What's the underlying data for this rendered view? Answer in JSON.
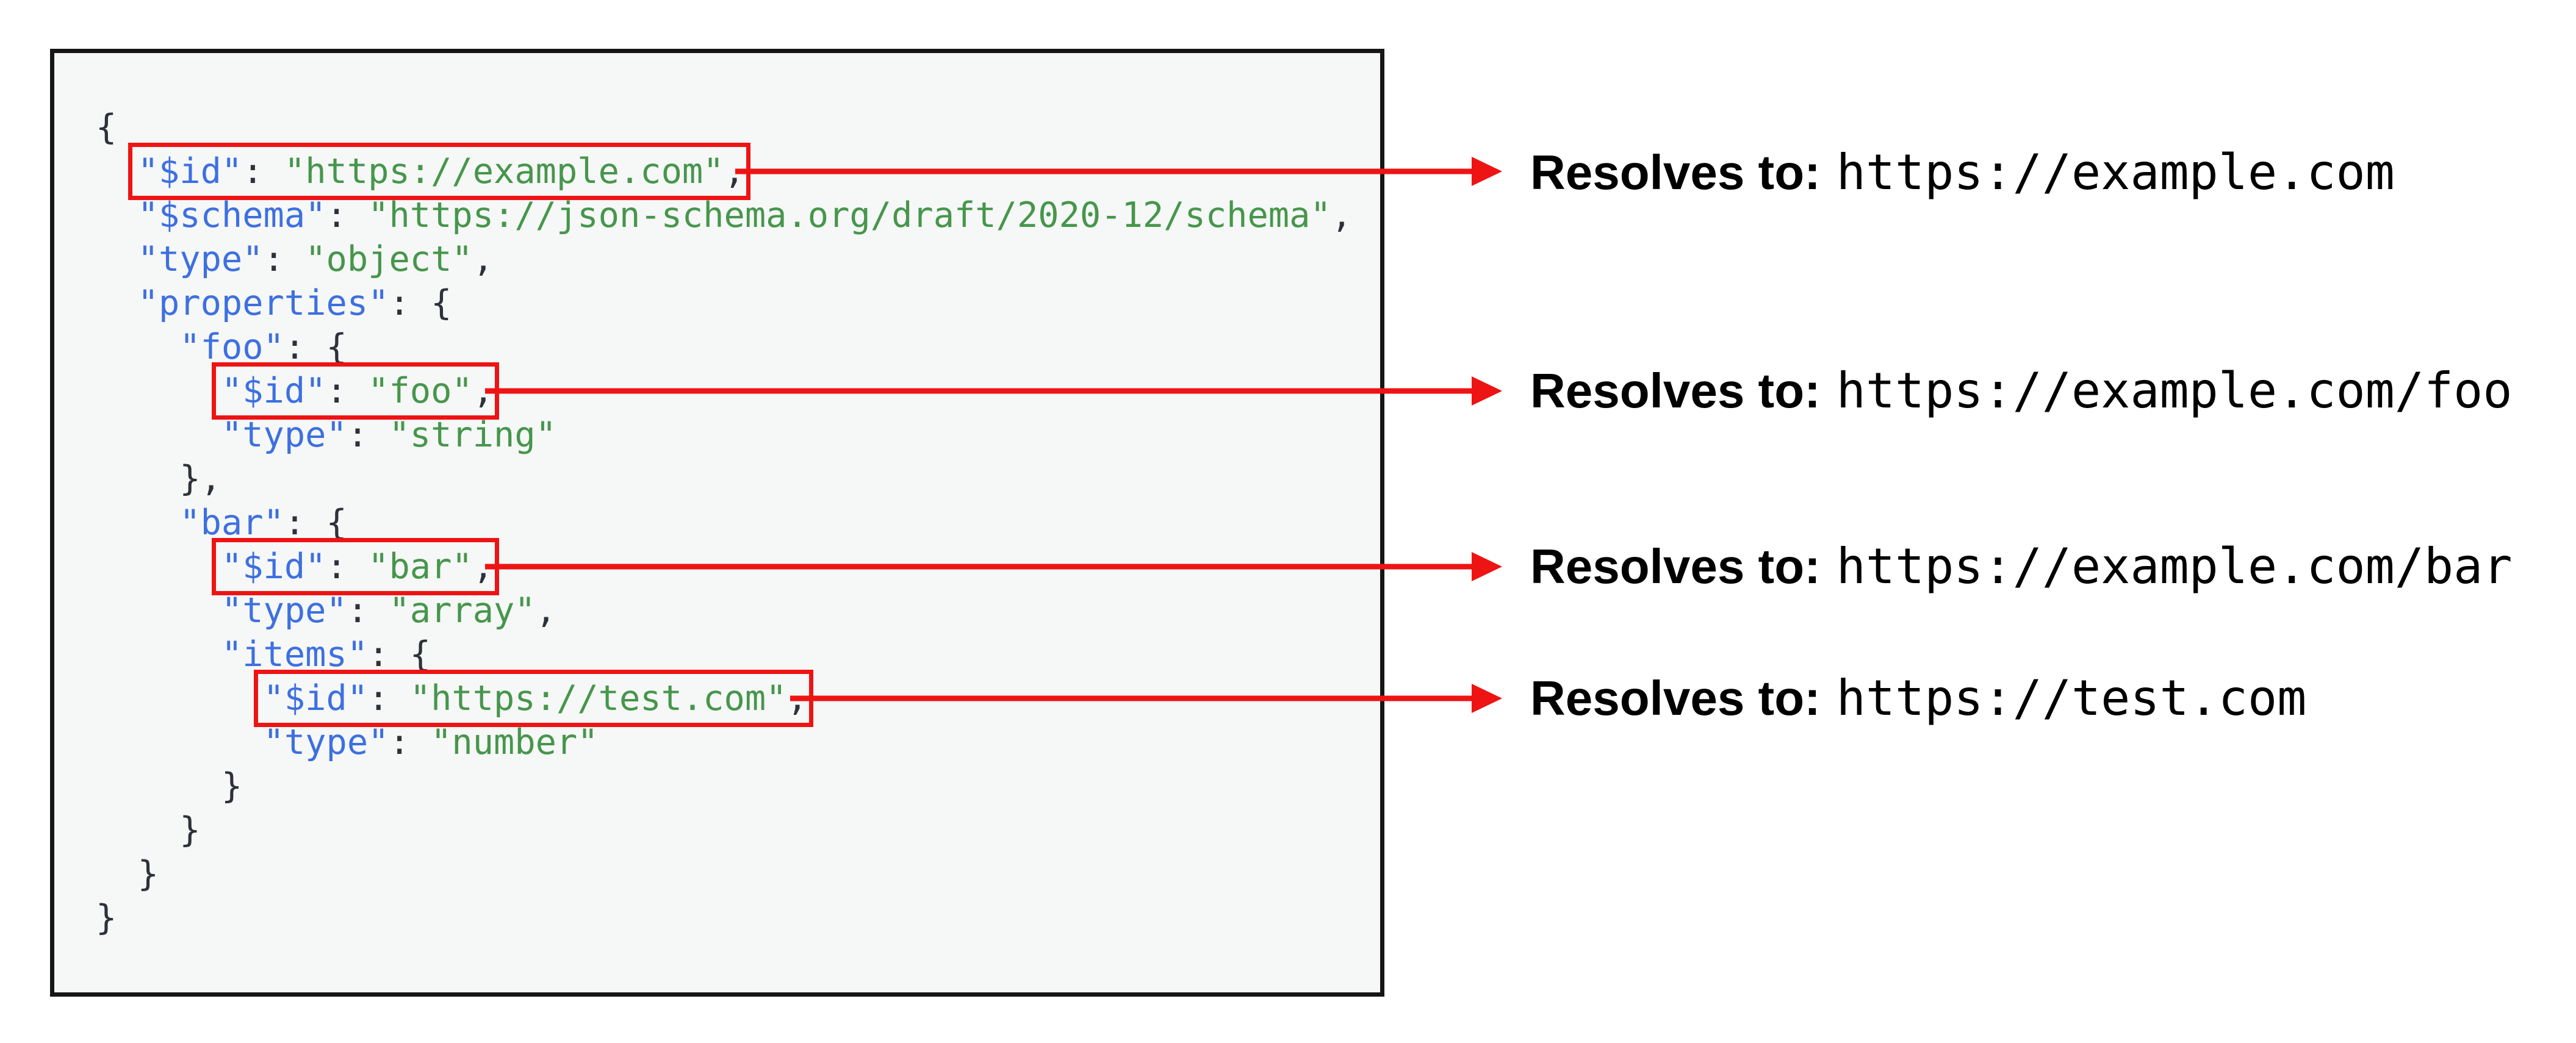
{
  "colors": {
    "key_blue": "#3d70e0",
    "string_green": "#46964b",
    "punctuation": "#2d3238",
    "highlight_red": "#ee1414",
    "panel_background": "#f6f7f7",
    "panel_border": "#161616"
  },
  "code": {
    "l1": {
      "a": "{"
    },
    "l2": {
      "a": "  ",
      "k": "\"$id\"",
      "c": ": ",
      "v": "\"https://example.com\"",
      "e": ","
    },
    "l3": {
      "a": "  ",
      "k": "\"$schema\"",
      "c": ": ",
      "v": "\"https://json-schema.org/draft/2020-12/schema\"",
      "e": ","
    },
    "l4": {
      "a": "  ",
      "k": "\"type\"",
      "c": ": ",
      "v": "\"object\"",
      "e": ","
    },
    "l5": {
      "a": "  ",
      "k": "\"properties\"",
      "c": ": {"
    },
    "l6": {
      "a": "    ",
      "k": "\"foo\"",
      "c": ": {"
    },
    "l7": {
      "a": "      ",
      "k": "\"$id\"",
      "c": ": ",
      "v": "\"foo\"",
      "e": ","
    },
    "l8": {
      "a": "      ",
      "k": "\"type\"",
      "c": ": ",
      "v": "\"string\""
    },
    "l9": {
      "a": "    },"
    },
    "l10": {
      "a": "    ",
      "k": "\"bar\"",
      "c": ": {"
    },
    "l11": {
      "a": "      ",
      "k": "\"$id\"",
      "c": ": ",
      "v": "\"bar\"",
      "e": ","
    },
    "l12": {
      "a": "      ",
      "k": "\"type\"",
      "c": ": ",
      "v": "\"array\"",
      "e": ","
    },
    "l13": {
      "a": "      ",
      "k": "\"items\"",
      "c": ": {"
    },
    "l14": {
      "a": "        ",
      "k": "\"$id\"",
      "c": ": ",
      "v": "\"https://test.com\"",
      "e": ","
    },
    "l15": {
      "a": "        ",
      "k": "\"type\"",
      "c": ": ",
      "v": "\"number\""
    },
    "l16": {
      "a": "      }"
    },
    "l17": {
      "a": "    }"
    },
    "l18": {
      "a": "  }"
    },
    "l19": {
      "a": "}"
    }
  },
  "annotations": [
    {
      "label": "Resolves to:",
      "url": "https://example.com"
    },
    {
      "label": "Resolves to:",
      "url": "https://example.com/foo"
    },
    {
      "label": "Resolves to:",
      "url": "https://example.com/bar"
    },
    {
      "label": "Resolves to:",
      "url": "https://test.com"
    }
  ]
}
